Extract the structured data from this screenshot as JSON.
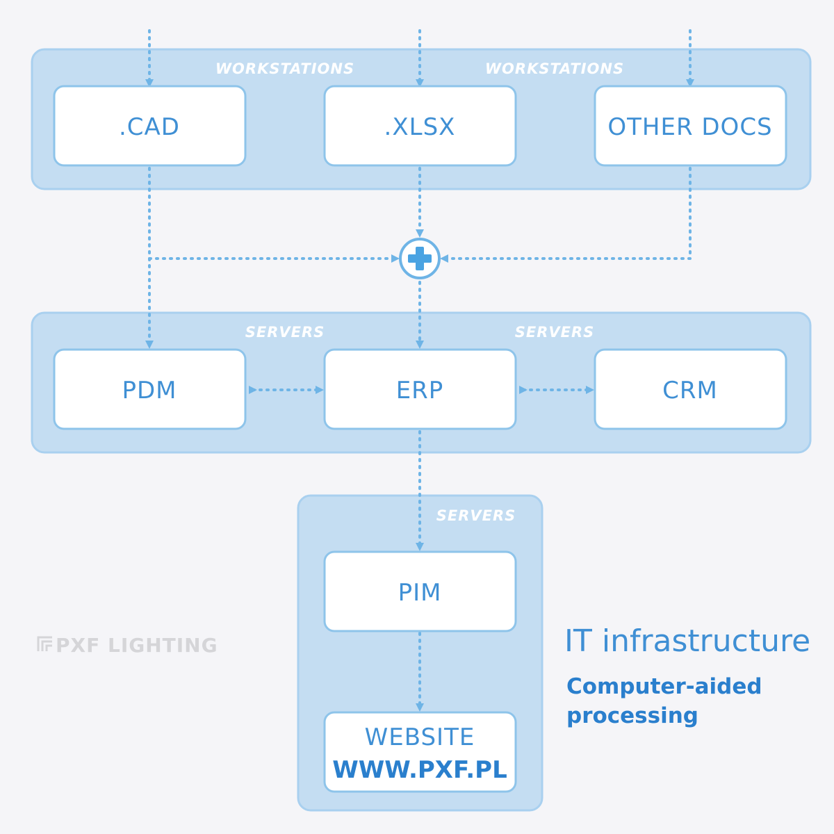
{
  "workstations": {
    "labels": [
      "WORKSTATIONS",
      "WORKSTATIONS"
    ],
    "nodes": [
      ".CAD",
      ".XLSX",
      "OTHER DOCS"
    ]
  },
  "servers": {
    "labels": [
      "SERVERS",
      "SERVERS"
    ],
    "nodes": [
      "PDM",
      "ERP",
      "CRM"
    ]
  },
  "web_servers": {
    "label": "SERVERS",
    "pim": "PIM",
    "website_title": "WEBSITE",
    "website_url": "WWW.PXF.PL"
  },
  "logo": "PXF LIGHTING",
  "title": "IT infrastructure",
  "subtitle": [
    "Computer-aided",
    "processing"
  ],
  "colors": {
    "background": "#f5f5f8",
    "panel": "#c4ddf2",
    "node_border": "#8ec4ea",
    "text": "#3f8fd4",
    "flow": "#6eb4e6"
  }
}
